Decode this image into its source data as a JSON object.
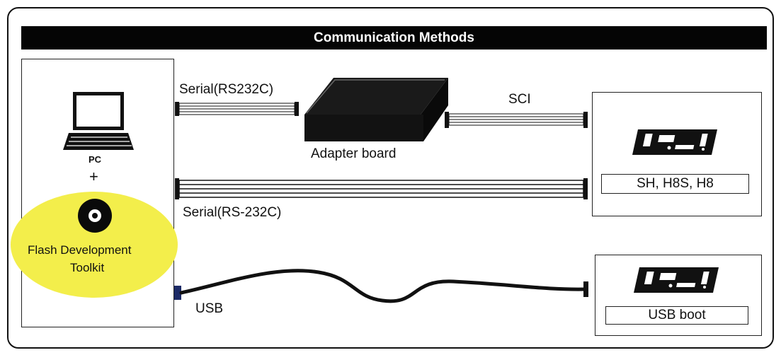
{
  "title": "Communication Methods",
  "host": {
    "pc_label": "PC",
    "plus": "+",
    "software": [
      "Flash Development",
      "Toolkit"
    ]
  },
  "adapter": {
    "label": "Adapter board"
  },
  "connections": {
    "serial_top": "Serial(RS232C)",
    "sci": "SCI",
    "serial_direct": "Serial(RS-232C)",
    "usb": "USB"
  },
  "targets": {
    "serial_target": "SH, H8S, H8",
    "usb_target": "USB boot"
  },
  "colors": {
    "title_bg": "#050505",
    "cd_highlight": "#f3ee4b",
    "usb_connector": "#1c2a66"
  }
}
